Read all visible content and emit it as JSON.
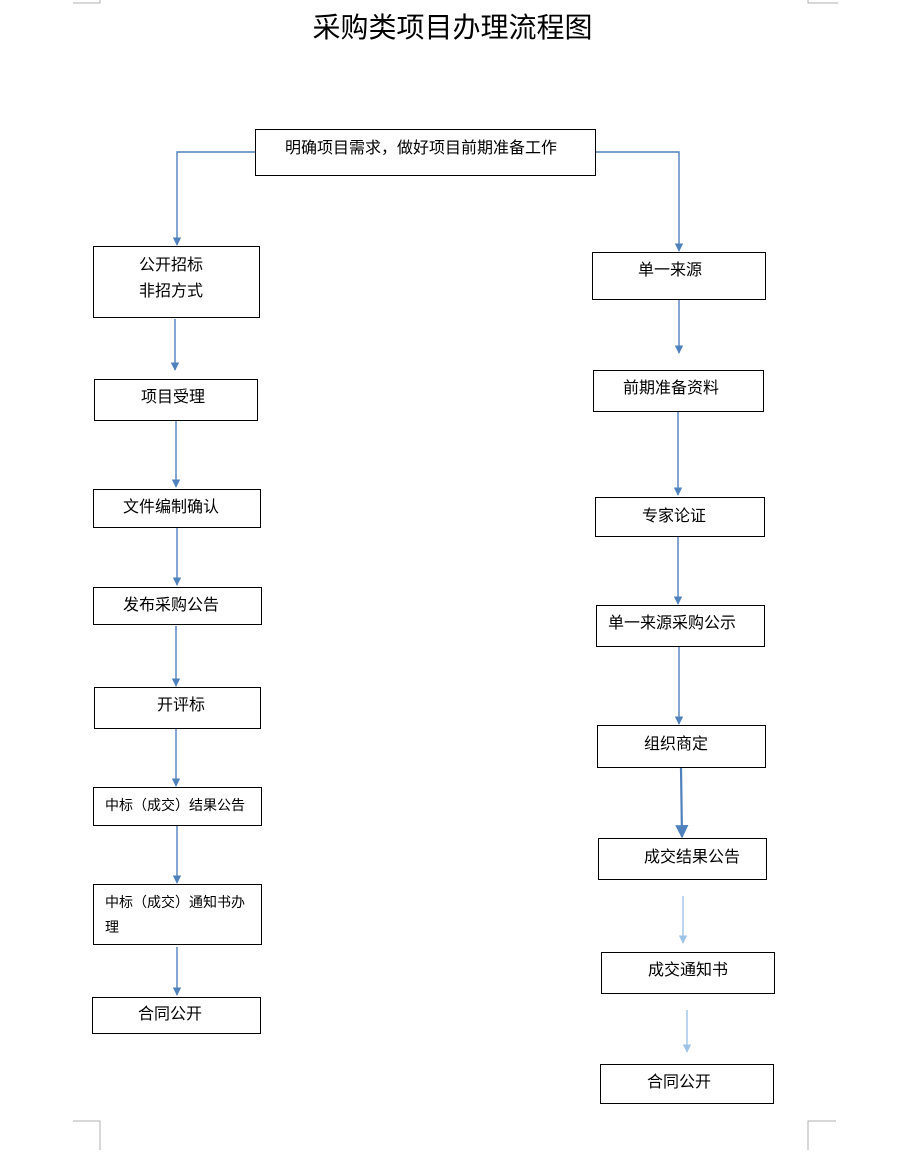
{
  "title": "采购类项目办理流程图",
  "top_box": "明确项目需求，做好项目前期准备工作",
  "left": {
    "method_line1": "公开招标",
    "method_line2": "非招方式",
    "step_accept": "项目受理",
    "step_docs": "文件编制确认",
    "step_notice": "发布采购公告",
    "step_bid": "开评标",
    "step_result": "中标（成交）结果公告",
    "step_letter_line1": "中标（成交）通知书办",
    "step_letter_line2": "理",
    "step_contract": "合同公开"
  },
  "right": {
    "method": "单一来源",
    "step_prep": "前期准备资料",
    "step_expert": "专家论证",
    "step_publicity": "单一来源采购公示",
    "step_negotiate": "组织商定",
    "step_result": "成交结果公告",
    "step_letter": "成交通知书",
    "step_contract": "合同公开"
  },
  "colors": {
    "arrow": "#4f81bd",
    "arrow_light": "#9dc3e6",
    "border": "#000000"
  }
}
